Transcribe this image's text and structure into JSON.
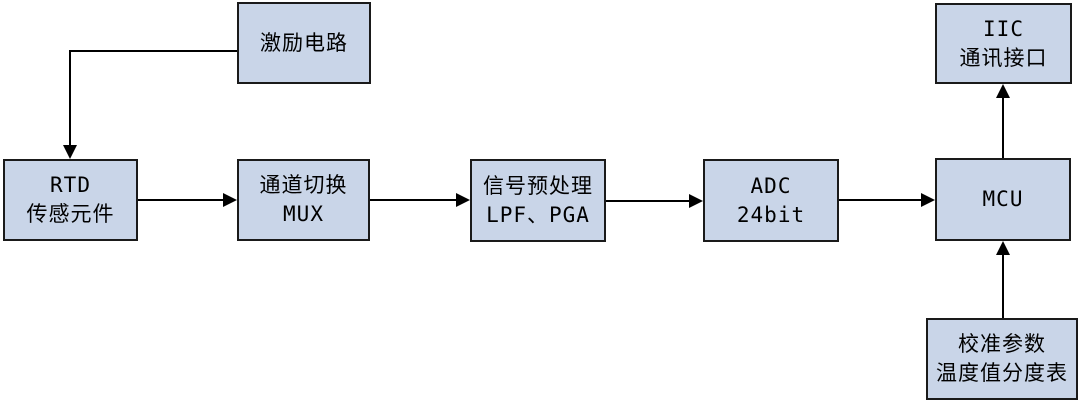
{
  "diagram": {
    "type": "block-diagram",
    "subject": "RTD temperature measurement signal chain",
    "nodes": {
      "excitation": {
        "lines": [
          "激励电路"
        ]
      },
      "rtd": {
        "lines": [
          "RTD",
          "传感元件"
        ]
      },
      "mux": {
        "lines": [
          "通道切换",
          "MUX"
        ]
      },
      "preprocess": {
        "lines": [
          "信号预处理",
          "LPF、PGA"
        ]
      },
      "adc": {
        "lines": [
          "ADC",
          "24bit"
        ]
      },
      "mcu": {
        "lines": [
          "MCU"
        ]
      },
      "iic": {
        "lines": [
          "IIC",
          "通讯接口"
        ]
      },
      "calibration": {
        "lines": [
          "校准参数",
          "温度值分度表"
        ]
      }
    },
    "edges": [
      {
        "from": "excitation",
        "to": "rtd",
        "direction": "down"
      },
      {
        "from": "rtd",
        "to": "mux",
        "direction": "right"
      },
      {
        "from": "mux",
        "to": "preprocess",
        "direction": "right"
      },
      {
        "from": "preprocess",
        "to": "adc",
        "direction": "right"
      },
      {
        "from": "adc",
        "to": "mcu",
        "direction": "right"
      },
      {
        "from": "mcu",
        "to": "iic",
        "direction": "up"
      },
      {
        "from": "calibration",
        "to": "mcu",
        "direction": "up"
      }
    ],
    "colors": {
      "box_fill": "#c9d5e8",
      "box_border": "#1a1a1a",
      "arrow": "#000000",
      "text": "#000000",
      "background": "#ffffff"
    }
  }
}
